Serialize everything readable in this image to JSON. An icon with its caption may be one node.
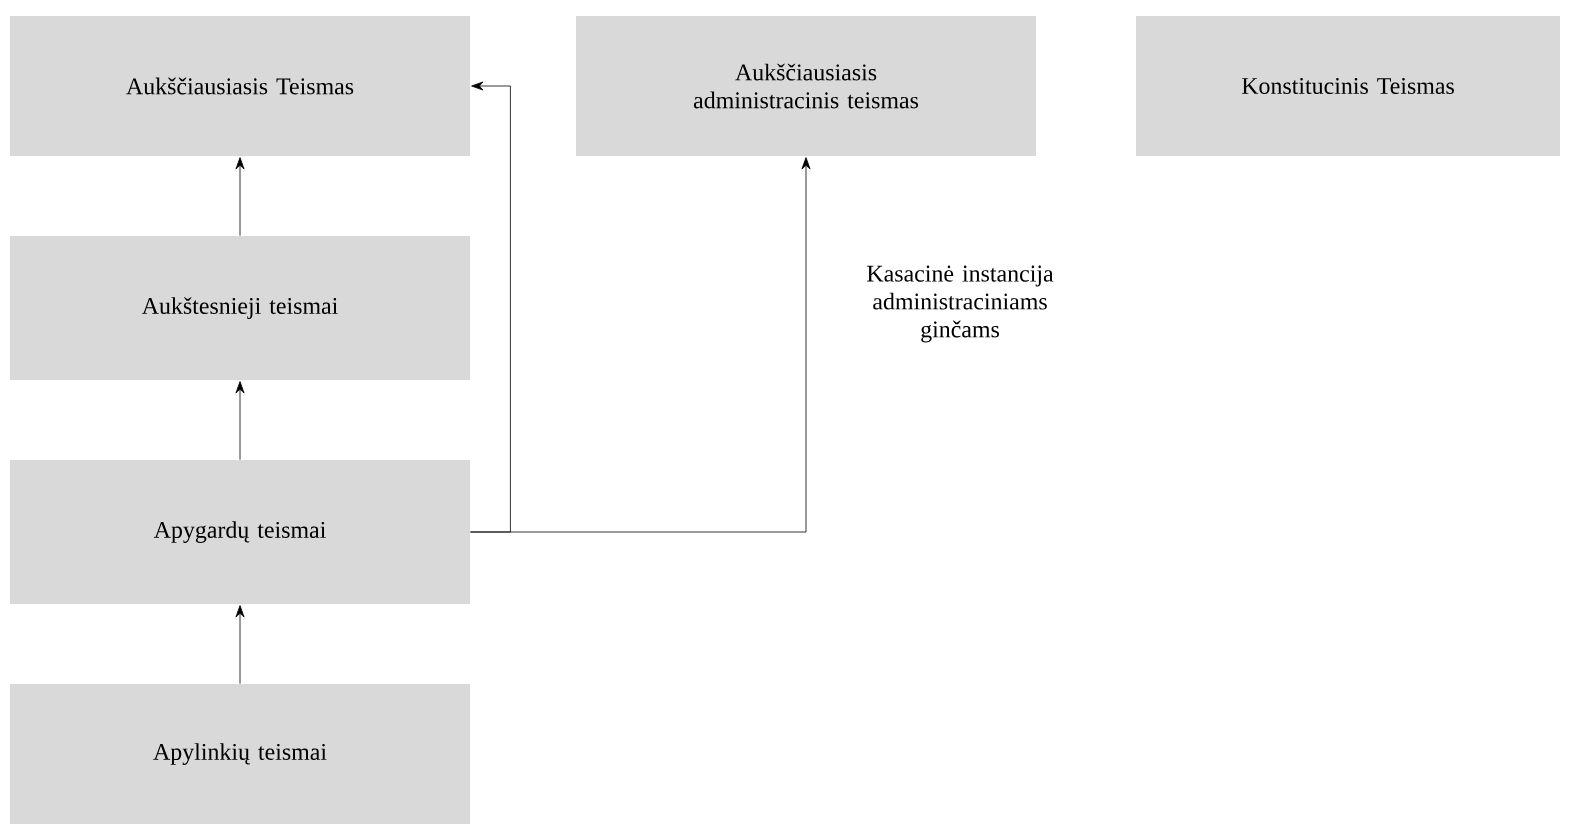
{
  "diagram": {
    "nodes": [
      {
        "text": [
          "Aukščiausiasis Teismas"
        ]
      },
      {
        "text": [
          "Aukščiausiasis administracinis teismas"
        ]
      },
      {
        "text": [
          "Konstitucinis Teismas"
        ]
      },
      {
        "text": [
          "Aukštesnieji teismai"
        ]
      },
      {
        "text": [
          "Apygardų teismai"
        ]
      },
      {
        "text": [
          "Apylinkių teismai"
        ]
      }
    ],
    "edges": [
      {
        "from": 5,
        "to": 4,
        "arrow": "to"
      },
      {
        "from": 4,
        "to": 3,
        "arrow": "to"
      },
      {
        "from": 3,
        "to": 0,
        "arrow": "to"
      },
      {
        "from": 4,
        "to": 0,
        "arrow": "to"
      },
      {
        "from": 4,
        "to": 1,
        "arrow": "to",
        "label": "Kasacinė instancija administraciniams ginčams"
      }
    ]
  }
}
